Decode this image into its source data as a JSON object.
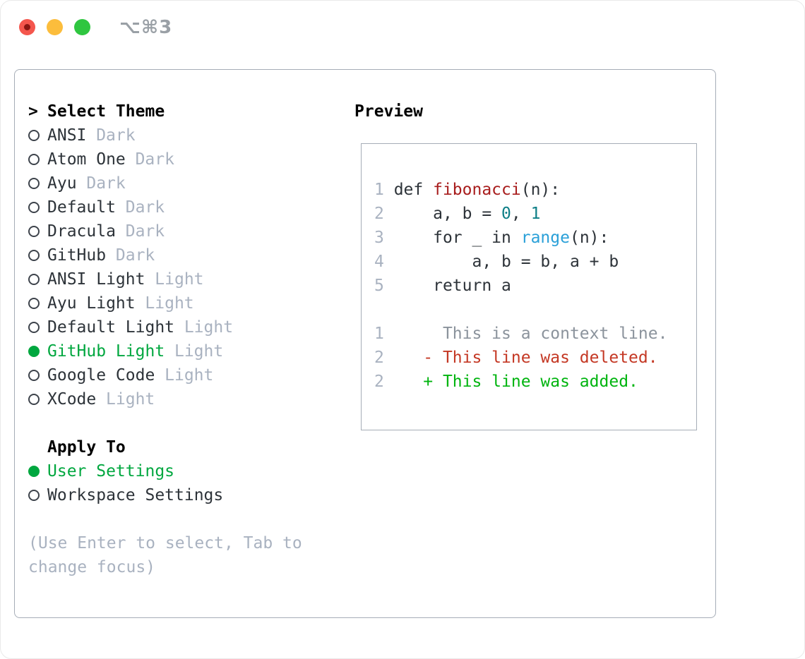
{
  "window": {
    "title": "⌥⌘3"
  },
  "titlebar": {
    "buttons": [
      {
        "name": "close-button",
        "color": "#f4564d"
      },
      {
        "name": "minimize-button",
        "color": "#fcbd3c"
      },
      {
        "name": "zoom-button",
        "color": "#2fc640"
      }
    ]
  },
  "theme_picker": {
    "header_prefix": ">",
    "header": "Select Theme",
    "items": [
      {
        "name": "ANSI",
        "tag": "Dark",
        "selected": false
      },
      {
        "name": "Atom One",
        "tag": "Dark",
        "selected": false
      },
      {
        "name": "Ayu",
        "tag": "Dark",
        "selected": false
      },
      {
        "name": "Default",
        "tag": "Dark",
        "selected": false
      },
      {
        "name": "Dracula",
        "tag": "Dark",
        "selected": false
      },
      {
        "name": "GitHub",
        "tag": "Dark",
        "selected": false
      },
      {
        "name": "ANSI Light",
        "tag": "Light",
        "selected": false
      },
      {
        "name": "Ayu Light",
        "tag": "Light",
        "selected": false
      },
      {
        "name": "Default Light",
        "tag": "Light",
        "selected": false
      },
      {
        "name": "GitHub Light",
        "tag": "Light",
        "selected": true
      },
      {
        "name": "Google Code",
        "tag": "Light",
        "selected": false
      },
      {
        "name": "XCode",
        "tag": "Light",
        "selected": false
      }
    ],
    "apply_to": {
      "header": "Apply To",
      "options": [
        {
          "name": "User Settings",
          "selected": true
        },
        {
          "name": "Workspace Settings",
          "selected": false
        }
      ]
    },
    "hint_lines": [
      "(Use Enter to select, Tab to",
      "change focus)"
    ]
  },
  "preview": {
    "header": "Preview",
    "code_lines": [
      [
        {
          "t": "1 ",
          "c": "num"
        },
        {
          "t": "def ",
          "c": "code"
        },
        {
          "t": "fibonacci",
          "c": "fn"
        },
        {
          "t": "(n):",
          "c": "code"
        }
      ],
      [
        {
          "t": "2",
          "c": "num"
        },
        {
          "t": "     a, b = ",
          "c": "code"
        },
        {
          "t": "0",
          "c": "numlit"
        },
        {
          "t": ", ",
          "c": "code"
        },
        {
          "t": "1",
          "c": "numlit"
        }
      ],
      [
        {
          "t": "3",
          "c": "num"
        },
        {
          "t": "     for _ in ",
          "c": "code"
        },
        {
          "t": "range",
          "c": "call"
        },
        {
          "t": "(n):",
          "c": "code"
        }
      ],
      [
        {
          "t": "4",
          "c": "num"
        },
        {
          "t": "         a, b = b, a + b",
          "c": "code"
        }
      ],
      [
        {
          "t": "5",
          "c": "num"
        },
        {
          "t": "     return a",
          "c": "code"
        }
      ],
      [],
      [
        {
          "t": "1",
          "c": "num"
        },
        {
          "t": "      This is a context line.",
          "c": "ctx"
        }
      ],
      [
        {
          "t": "2",
          "c": "num"
        },
        {
          "t": "    - This line was deleted.",
          "c": "del"
        }
      ],
      [
        {
          "t": "2",
          "c": "num"
        },
        {
          "t": "    + This line was added.",
          "c": "add"
        }
      ]
    ]
  },
  "colors": {
    "accent_green": "#00a73f",
    "added_green": "#00b40f",
    "deleted_red": "#c43824",
    "function_red": "#a81d1d",
    "call_blue": "#2aa0d8",
    "number_teal": "#0e7f87",
    "muted_gray": "#a9b2c0",
    "text_dark": "#2d3339",
    "panel_border": "#a6adb7"
  }
}
